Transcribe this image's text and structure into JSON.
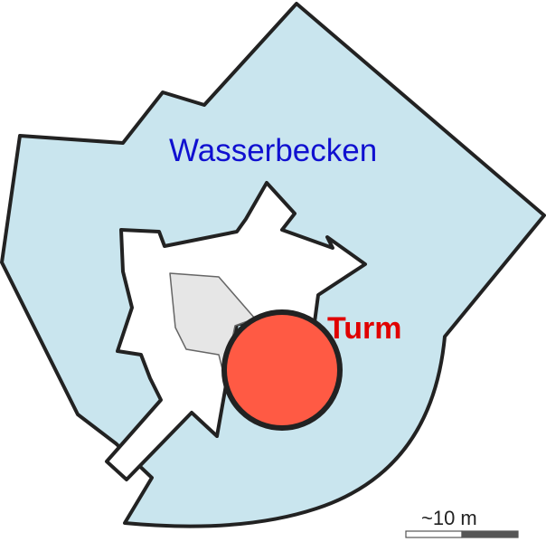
{
  "labels": {
    "water": "Wasserbecken",
    "tower": "Turm"
  },
  "scale": {
    "label": "~10 m"
  },
  "colors": {
    "water": "#c9e5ee",
    "castle": "#ffffff",
    "courtyard": "#e6e6e6",
    "tower": "#ff5a44",
    "outline": "#222222",
    "water_label": "#1010d0",
    "tower_label": "#e00000",
    "scale_dark": "#555555"
  }
}
